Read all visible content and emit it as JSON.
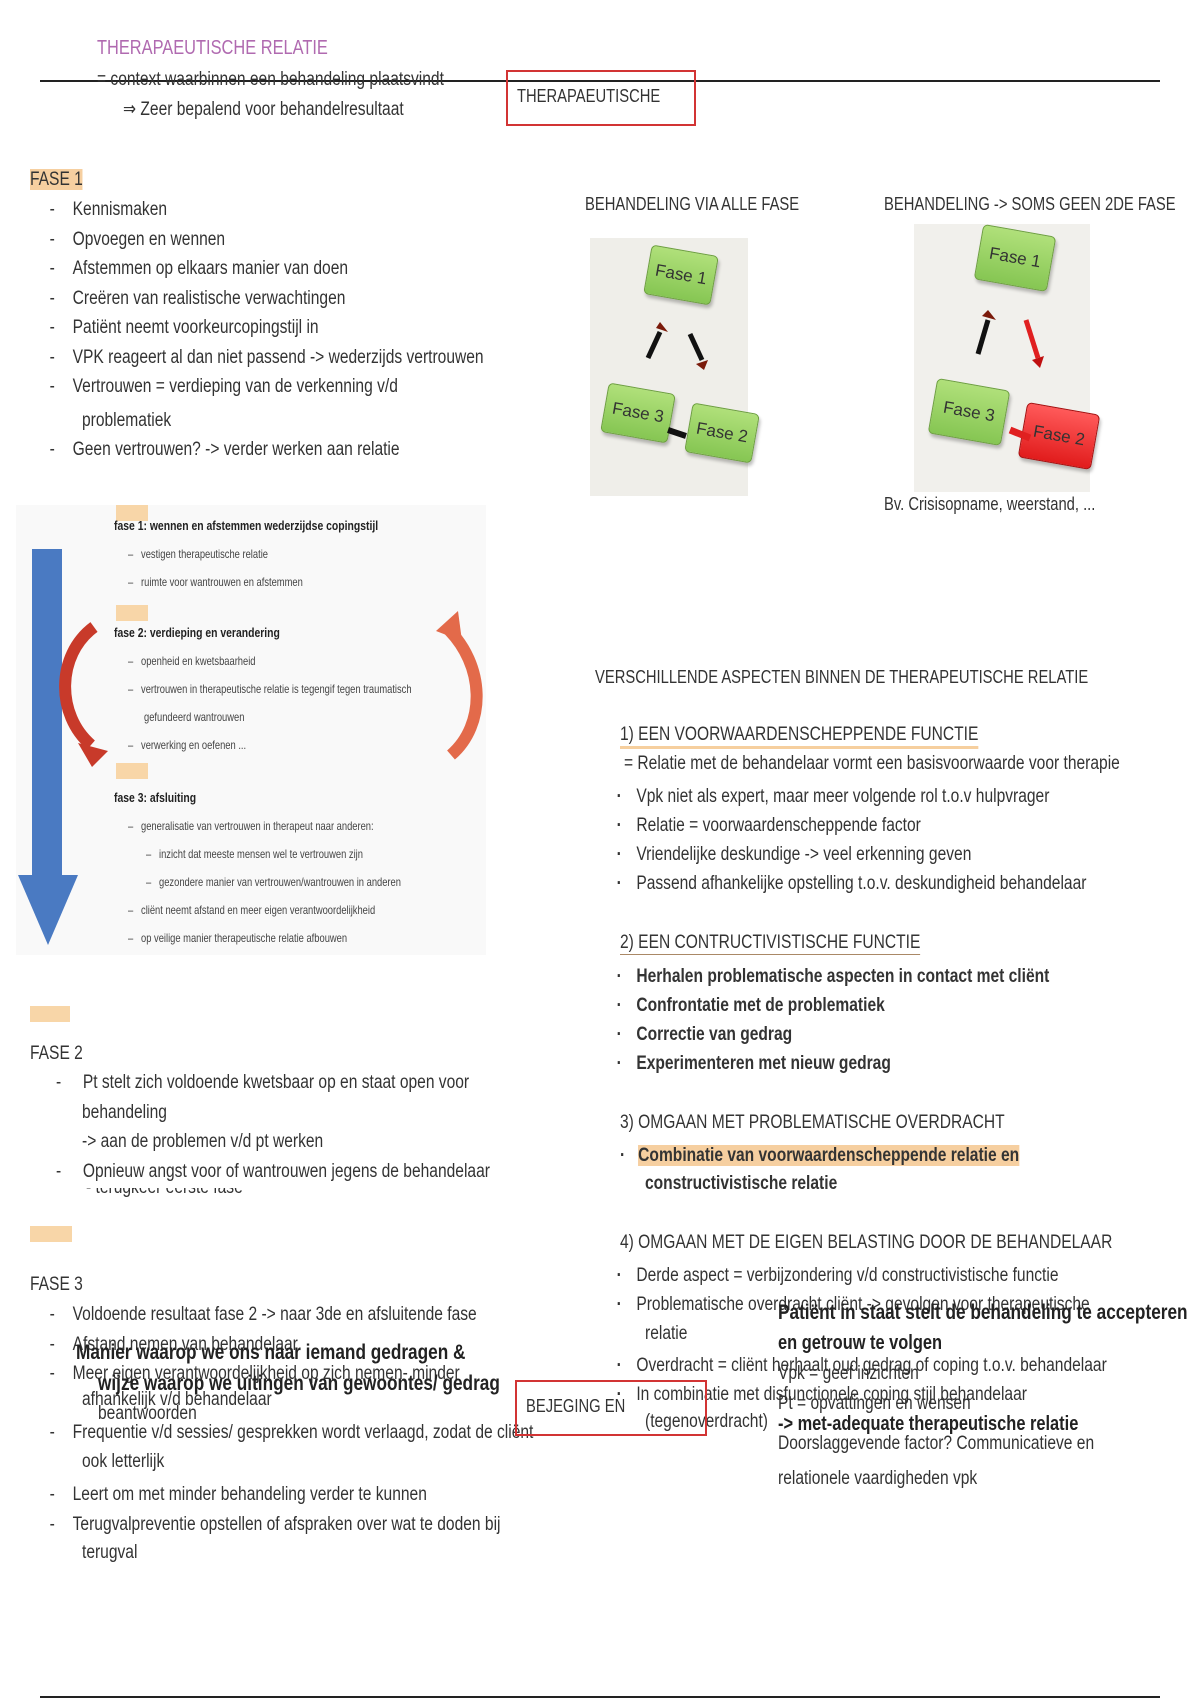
{
  "header": {
    "title": "THERAPAEUTISCHE RELATIE",
    "line1": "= context waarbinnen een behandeling plaatsvindt",
    "line2": "⇒  Zeer bepalend voor behandelresultaat",
    "boxed_label": "THERAPAEUTISCHE"
  },
  "fase1": {
    "heading": "FASE 1",
    "items": [
      "Kennismaken",
      "Opvoegen en wennen",
      "Afstemmen op elkaars manier van doen",
      "Creëren van realistische verwachtingen",
      "Patiënt neemt voorkeurcopingstijl in",
      "VPK reageert al dan niet passend -> wederzijds vertrouwen",
      "Vertrouwen = verdieping van de verkenning v/d",
      "problematiek",
      "Geen vertrouwen? -> verder werken aan relatie"
    ]
  },
  "diagrams": {
    "left_title": "BEHANDELING VIA ALLE FASE",
    "right_title": "BEHANDELING -> SOMS GEEN 2DE FASE",
    "fase1": "Fase 1",
    "fase2": "Fase 2",
    "fase3": "Fase 3",
    "right_caption": "Bv. Crisisopname, weerstand, ..."
  },
  "phase_image": {
    "f1_head": "fase 1: wennen en afstemmen wederzijdse copingstijl",
    "f1_items": [
      "vestigen therapeutische relatie",
      "ruimte voor wantrouwen en afstemmen"
    ],
    "f2_head": "fase 2: verdieping en verandering",
    "f2_items": [
      "openheid en kwetsbaarheid",
      "vertrouwen in therapeutische relatie is tegengif tegen traumatisch",
      "gefundeerd wantrouwen",
      "verwerking en oefenen ..."
    ],
    "f3_head": "fase 3: afsluiting",
    "f3_items": [
      "generalisatie van vertrouwen in therapeut naar anderen:",
      "inzicht dat meeste mensen wel te vertrouwen zijn",
      "gezondere manier van vertrouwen/wantrouwen in anderen",
      "cliënt neemt afstand en meer eigen verantwoordelijkheid",
      "op veilige manier therapeutische relatie afbouwen"
    ]
  },
  "aspects": {
    "title": "VERSCHILLENDE ASPECTEN BINNEN DE THERAPEUTISCHE RELATIE",
    "a1_head": "1)  EEN VOORWAARDENSCHEPPENDE FUNCTIE",
    "a1_def": "= Relatie met de behandelaar vormt een basisvoorwaarde voor therapie",
    "a1_items": [
      "Vpk niet als expert, maar meer volgende rol t.o.v hulpvrager",
      "Relatie = voorwaardenscheppende factor",
      "Vriendelijke deskundige -> veel erkenning geven",
      "Passend afhankelijke opstelling t.o.v. deskundigheid behandelaar"
    ],
    "a2_head": "2)  EEN CONTRUCTIVISTISCHE FUNCTIE",
    "a2_items": [
      "Herhalen problematische aspecten in contact met cliënt",
      "Confrontatie met de problematiek",
      "Correctie van gedrag",
      "Experimenteren met nieuw gedrag"
    ],
    "a3_head": "3)  OMGAAN MET PROBLEMATISCHE OVERDRACHT",
    "a3_item1": "Combinatie van voorwaardenscheppende relatie en",
    "a3_item2": "constructivistische relatie",
    "a4_head": "4)  OMGAAN MET DE EIGEN BELASTING DOOR DE BEHANDELAAR",
    "a4_items": [
      "Derde aspect = verbijzondering v/d constructivistische functie",
      "Problematische overdracht cliënt -> gevolgen voor therapeutische",
      "relatie",
      "Overdracht = cliënt herhaalt oud gedrag of coping t.o.v. behandelaar",
      "In combinatie met disfunctionele coping stijl behandelaar",
      "(tegenoverdracht)"
    ]
  },
  "fase2": {
    "heading": "FASE 2",
    "item1a": "Pt stelt zich voldoende kwetsbaar op en staat open voor",
    "item1b": "behandeling",
    "item1c": "-> aan de problemen v/d pt werken",
    "item2": "Opnieuw angst voor of wantrouwen jegens de behandelaar",
    "item3": "- terugkeer eerste fase"
  },
  "fase3": {
    "heading": "FASE 3",
    "items": [
      "Voldoende resultaat fase 2 -> naar 3de en afsluitende fase",
      "Afstand nemen van behandelaar",
      "Meer eigen verantwoordelijkheid op zich nemen- minder",
      "afhankelijk v/d behandelaar",
      "Frequentie v/d sessies/ gesprekken wordt verlaagd, zodat de cliënt",
      "ook letterlijk",
      "Leert om met minder behandeling verder te kunnen",
      "Terugvalpreventie opstellen of afspraken over wat te doden bij",
      "terugval"
    ]
  },
  "overlay": {
    "left1": "Manier waarop we ons naar iemand gedragen &",
    "left2": "wijze waarop we uitingen van gewoontes/ gedrag",
    "left3": "beantwoorden",
    "right1": "Patiënt in staat stelt de behandeling te accepteren",
    "right2": "en getrouw te volgen",
    "right3": "Vpk = geef inzichten",
    "right4": "Pt = opvattingen en wensen",
    "right5": "-> met-adequate therapeutische relatie",
    "right6": "Doorslaggevende factor? Communicatieve en",
    "right7": "relationele vaardigheden vpk",
    "boxed_label": "BEJEGING EN"
  }
}
